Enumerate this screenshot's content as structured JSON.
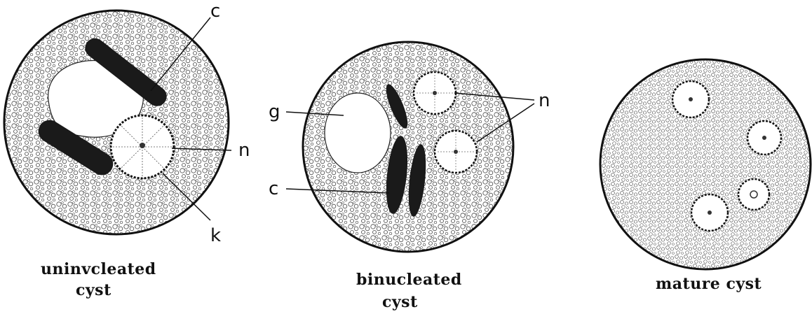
{
  "cysts": [
    {
      "caption_line1": "uninvcleated",
      "caption_line2": "cyst",
      "labels": {
        "c": "c",
        "n": "n",
        "k": "k"
      }
    },
    {
      "caption_line1": "binucleated",
      "caption_line2": "cyst",
      "labels": {
        "g": "g",
        "n": "n",
        "c": "c"
      }
    },
    {
      "caption_line1": "mature cyst"
    }
  ],
  "colors": {
    "ink": "#111111",
    "chromatoid": "#1a1a1a",
    "background": "#ffffff"
  }
}
